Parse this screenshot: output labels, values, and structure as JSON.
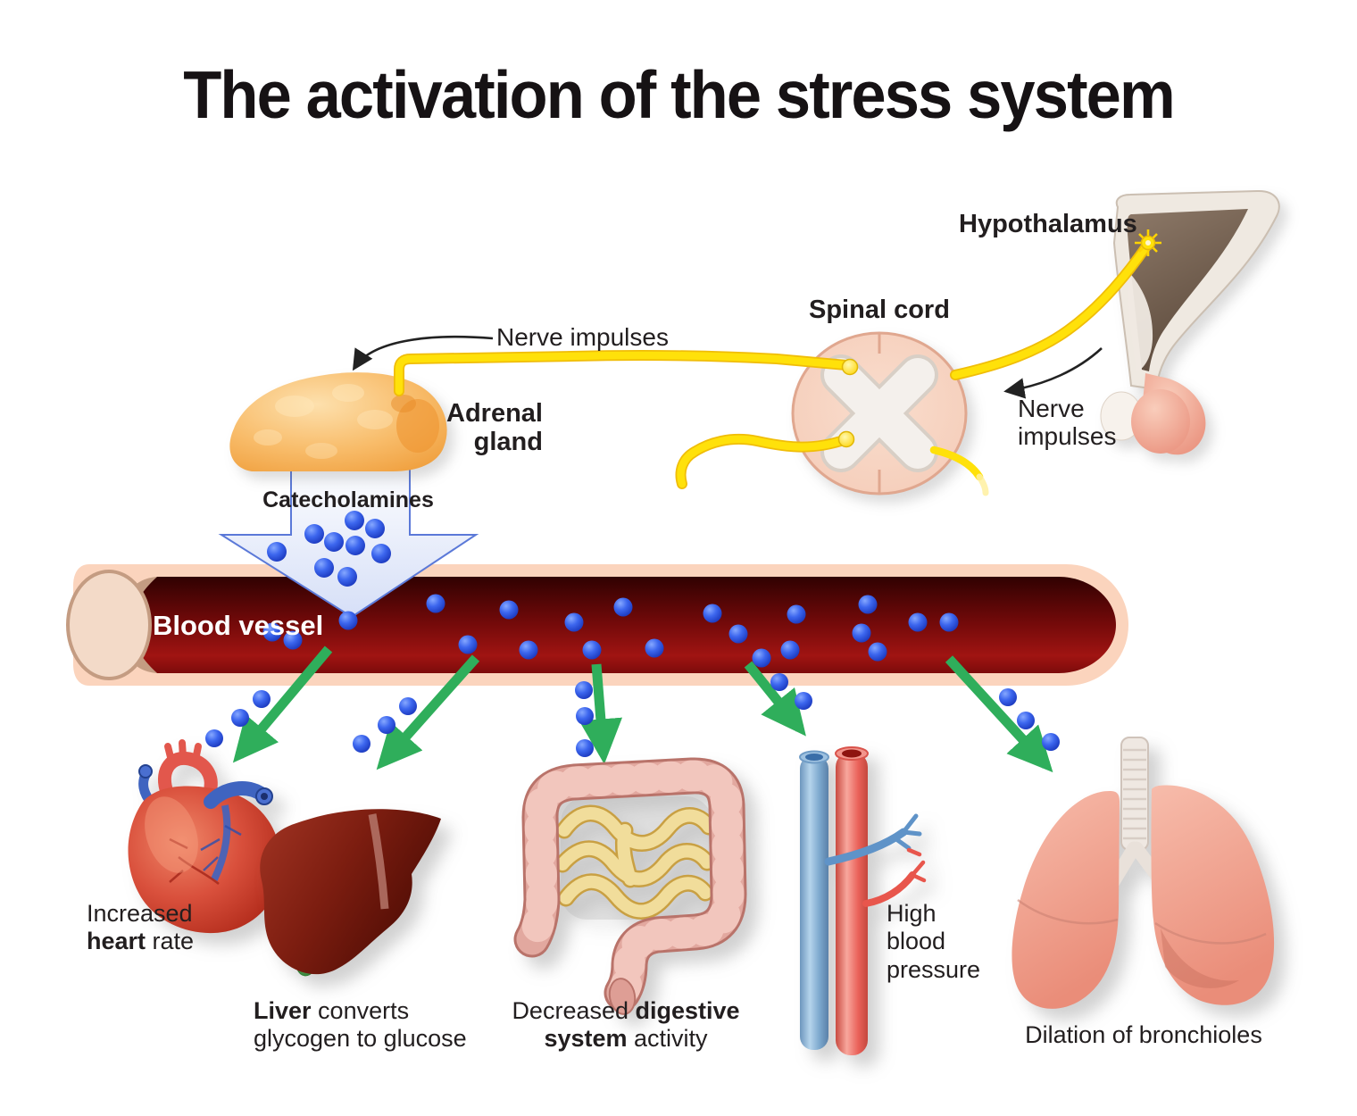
{
  "title": "The activation of the stress system",
  "organ_system": {
    "hypothalamus_label": "Hypothalamus",
    "spinal_cord_label": "Spinal cord",
    "nerve_impulses_top_label": "Nerve impulses",
    "nerve_impulses_right": {
      "line1": "Nerve",
      "line2": "impulses"
    },
    "adrenal_gland": {
      "line1": "Adrenal",
      "line2": "gland"
    },
    "catecholamines_label": "Catecholamines",
    "blood_vessel_label": "Blood vessel"
  },
  "effects": {
    "heart": {
      "line1": "Increased",
      "line2_bold": "heart",
      "line2_rest": " rate"
    },
    "liver": {
      "line1_bold": "Liver",
      "line1_rest": " converts",
      "line2": "glycogen to glucose"
    },
    "digestive": {
      "line1_plain": "Decreased ",
      "line1_bold": "digestive",
      "line2_bold": "system",
      "line2_rest": " activity"
    },
    "blood_pressure": {
      "line1": "High",
      "line2": "blood",
      "line3": "pressure"
    },
    "lungs": {
      "caption": "Dilation of bronchioles"
    }
  },
  "colors": {
    "nerve_yellow": "#ffe10a",
    "catecholamine_blue": "#2450d8",
    "arrow_green": "#2fae5b",
    "blood_dark_red": "#7e0c0c",
    "vessel_wall_peach": "#fbd4bd",
    "adrenal_orange": "#f5a947",
    "spinal_cord_pink": "#f6d3c2",
    "artery_red": "#e8564c",
    "vein_blue": "#5f93c8",
    "lung_pink": "#f2a793",
    "liver_dark_red": "#6b1a0e",
    "intestine_pink": "#e5aaa2",
    "intestine_yellow": "#f1dd9b",
    "heart_red": "#cf3a28"
  }
}
